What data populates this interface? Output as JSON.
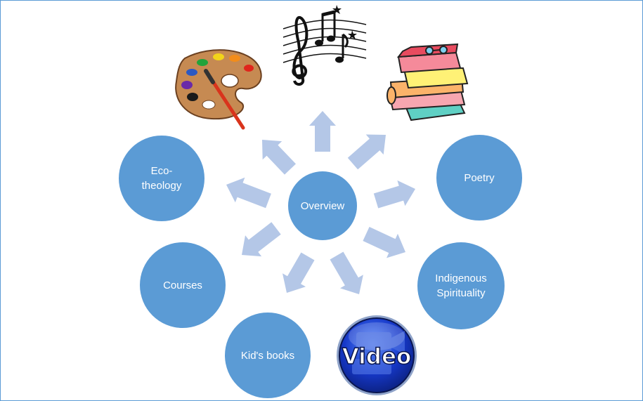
{
  "colors": {
    "node": "#5b9bd5",
    "arrow": "#b4c7e7",
    "border": "#5b9bd5",
    "label": "#ffffff"
  },
  "center": {
    "label": "Overview"
  },
  "nodes": {
    "ecotheology": {
      "line1": "Eco-",
      "line2": "theology"
    },
    "poetry": {
      "label": "Poetry"
    },
    "courses": {
      "label": "Courses"
    },
    "indigenous": {
      "line1": "Indigenous",
      "line2": "Spirituality"
    },
    "kids_books": {
      "label": "Kid's books"
    }
  },
  "video_button": {
    "label": "Video"
  },
  "icons": [
    "art-palette-icon",
    "music-notes-icon",
    "books-stack-icon",
    "video-camera-icon"
  ],
  "arrow_count": 9
}
